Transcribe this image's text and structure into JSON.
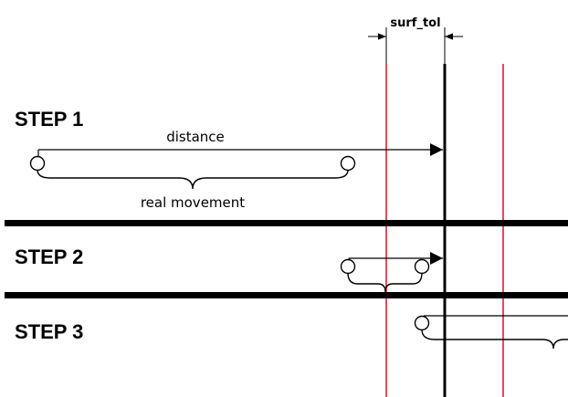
{
  "labels": {
    "surf_tol": "surf_tol",
    "distance": "distance",
    "real_movement": "real movement"
  },
  "steps": [
    {
      "label": "STEP 1"
    },
    {
      "label": "STEP 2"
    },
    {
      "label": "STEP 3"
    }
  ],
  "colors": {
    "tolerance_line": "#d9232d",
    "surface_line": "#000000",
    "background": "#ffffff"
  }
}
